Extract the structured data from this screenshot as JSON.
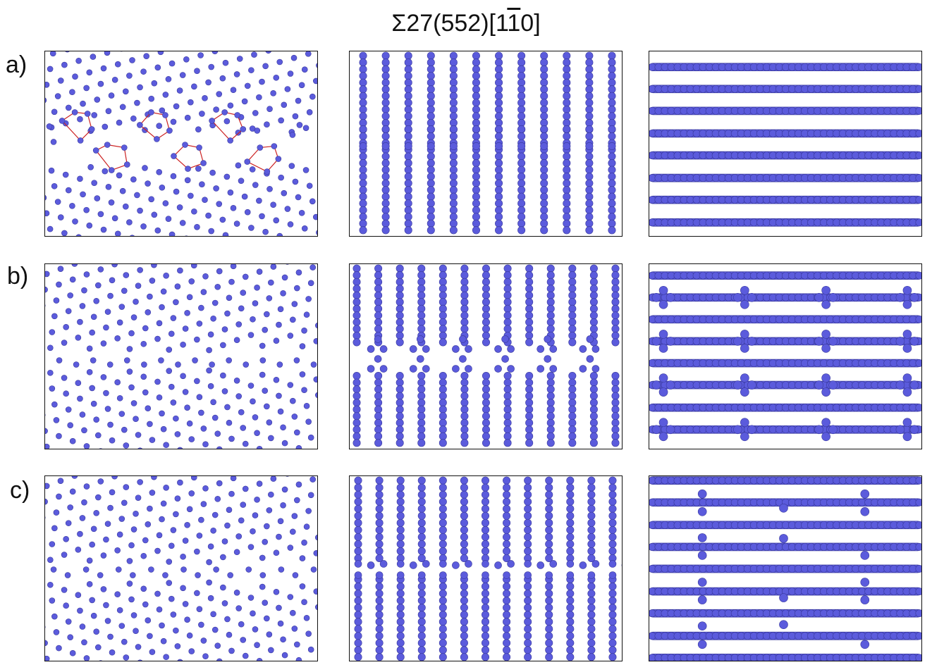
{
  "figure": {
    "title_main": "Σ27(552)[1",
    "title_bar1": "1",
    "title_bar2": "0",
    "title_end": "]",
    "atom_color": "#5b5bdc",
    "atom_edge": "#3a3a9e",
    "polygon_color": "#cc2222"
  },
  "rows": [
    {
      "label": "a)"
    },
    {
      "label": "b)"
    },
    {
      "label": "c)"
    }
  ]
}
